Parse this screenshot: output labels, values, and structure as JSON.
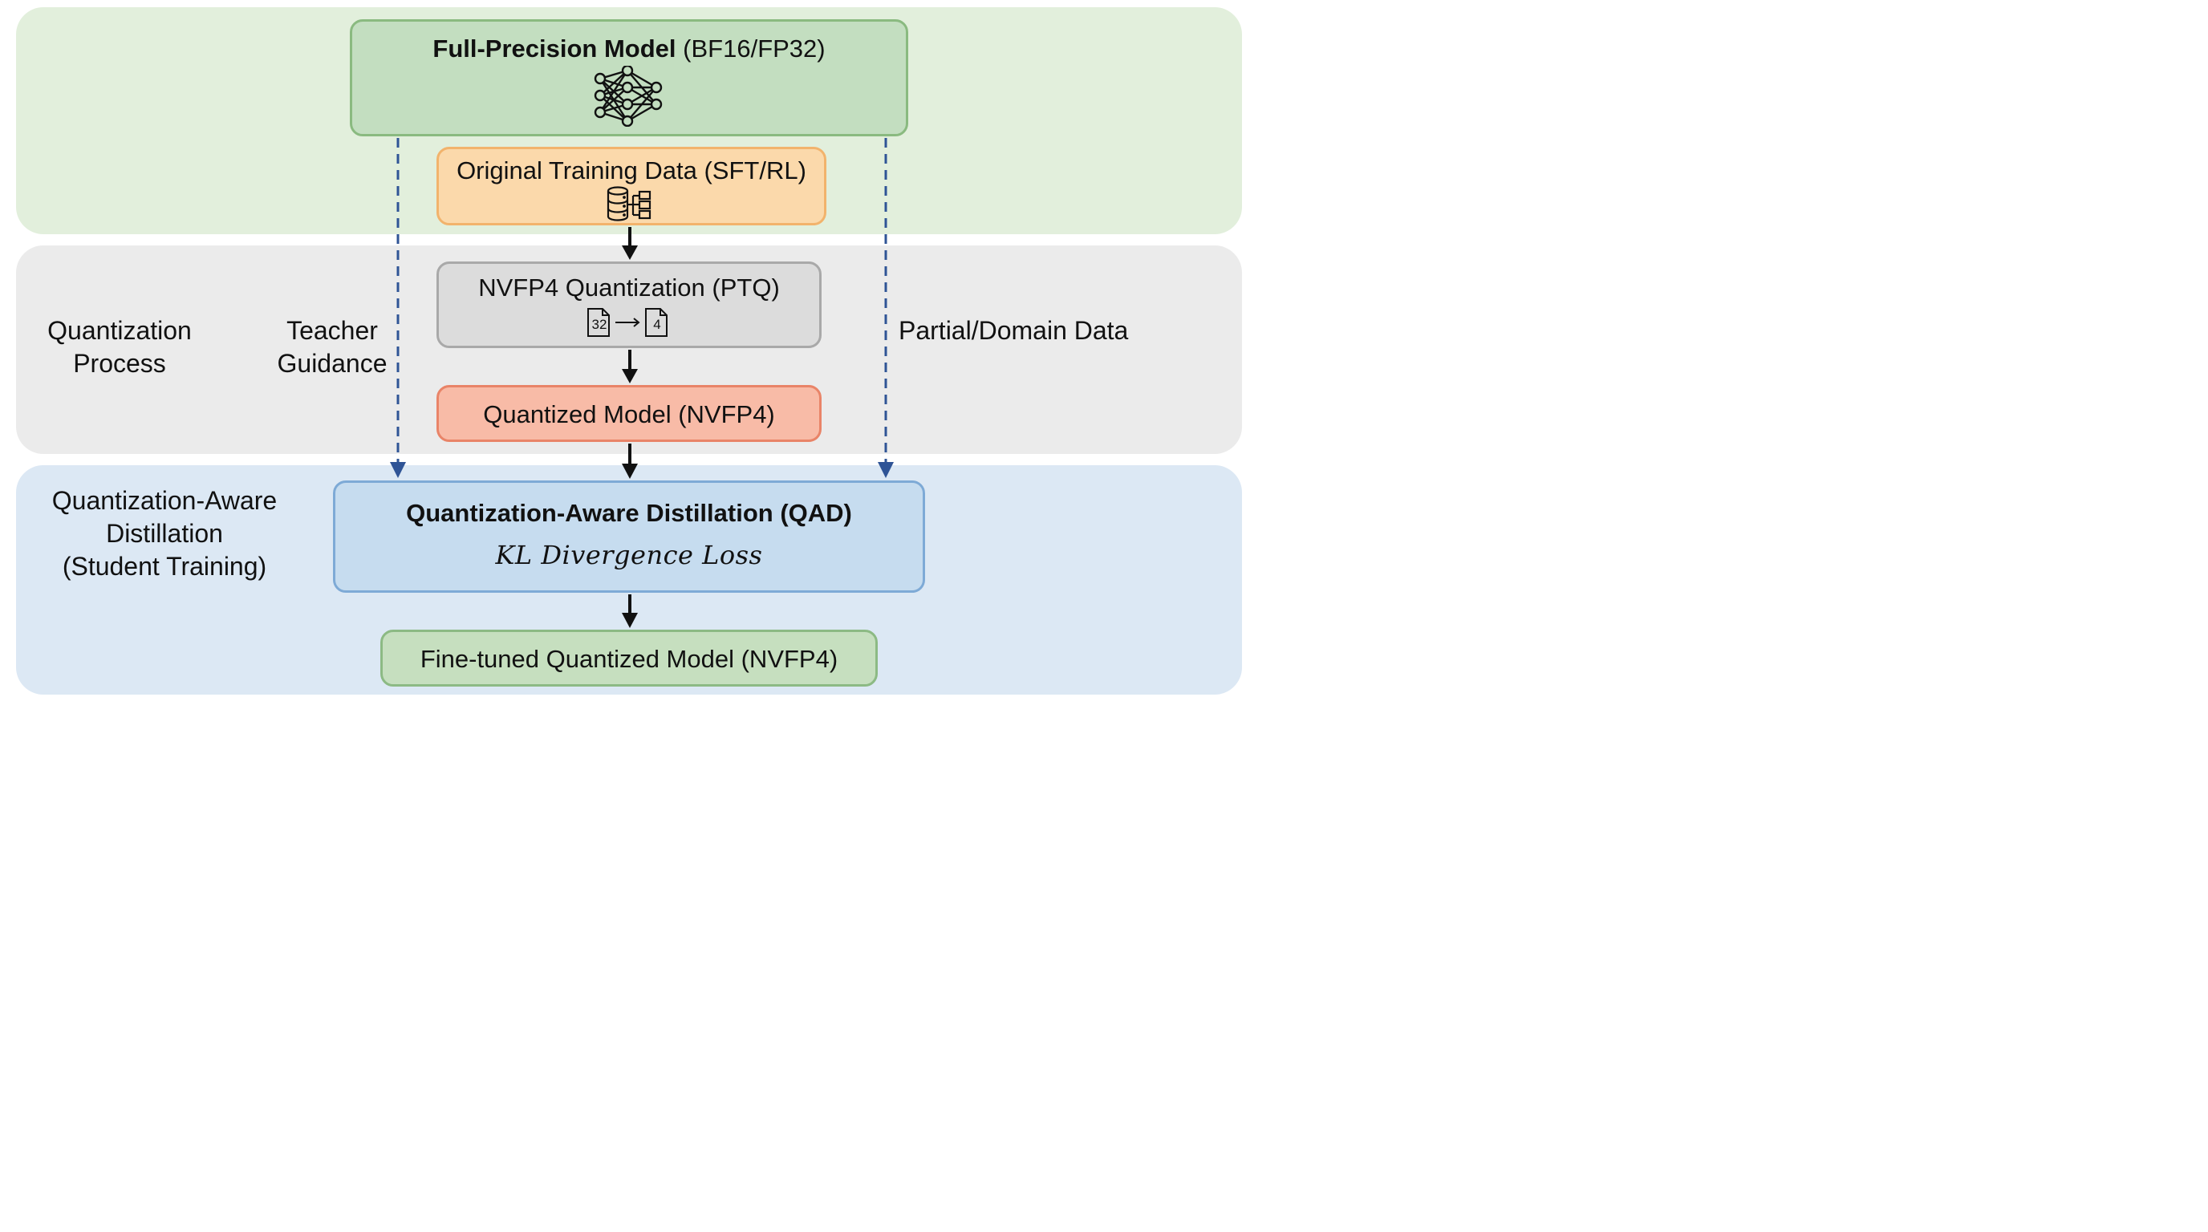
{
  "bands": {
    "top": {
      "name": "full-precision"
    },
    "middle": {
      "label_lines": [
        "Quantization",
        "Process"
      ]
    },
    "bottom": {
      "label_lines": [
        "Quantization-Aware",
        "Distillation",
        "(Student Training)"
      ]
    }
  },
  "nodes": {
    "full_precision": {
      "title_bold": "Full-Precision Model",
      "title_rest": " (BF16/FP32)",
      "icon": "neural-network-icon"
    },
    "training_data": {
      "title": "Original Training Data (SFT/RL)",
      "icon": "database-tree-icon"
    },
    "ptq": {
      "title": "NVFP4 Quantization (PTQ)",
      "icon": "file-32-to-4-icon",
      "from_bits": "32",
      "to_bits": "4"
    },
    "quantized": {
      "title": "Quantized Model (NVFP4)"
    },
    "qad": {
      "title": "Quantization-Aware Distillation (QAD)",
      "subtitle": "KL Divergence Loss"
    },
    "finetuned": {
      "title": "Fine-tuned Quantized Model (NVFP4)"
    }
  },
  "edges": {
    "teacher_guidance": {
      "label_lines": [
        "Teacher",
        "Guidance"
      ]
    },
    "partial_domain": {
      "label": "Partial/Domain Data"
    }
  },
  "colors": {
    "dashed_arrow": "#2f5496",
    "solid_arrow": "#111111"
  }
}
